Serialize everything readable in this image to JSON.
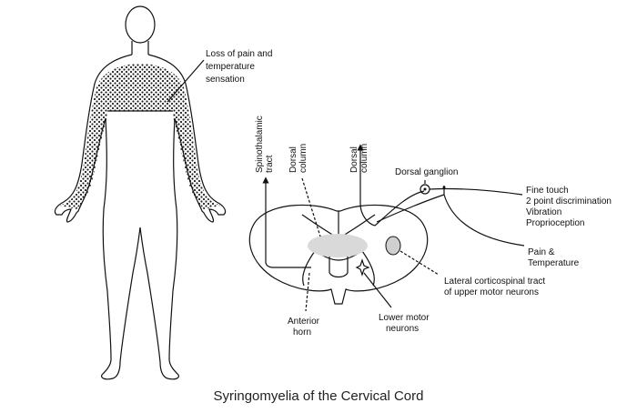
{
  "caption": "Syringomyelia of the Cervical Cord",
  "body_label": [
    "Loss of pain and",
    "temperature",
    "sensation"
  ],
  "labels": {
    "spinothalamic": [
      "Spinothalamic",
      "tract"
    ],
    "dorsal_column_1": [
      "Dorsal",
      "column"
    ],
    "dorsal_column_2": [
      "Dorsal",
      "column"
    ],
    "dorsal_ganglion": "Dorsal ganglion",
    "fine_touch": [
      "Fine touch",
      "2 point discrimination",
      "Vibration",
      "Proprioception"
    ],
    "pain_temp": [
      "Pain &",
      "Temperature"
    ],
    "lateral_cst": [
      "Lateral corticospinal tract",
      "of upper motor neurons"
    ],
    "anterior_horn": [
      "Anterior",
      "horn"
    ],
    "lower_motor": [
      "Lower motor",
      "neurons"
    ]
  },
  "colors": {
    "line": "#111111",
    "syrinx": "#d9d9d9",
    "nucleus": "#cfcfcf"
  }
}
